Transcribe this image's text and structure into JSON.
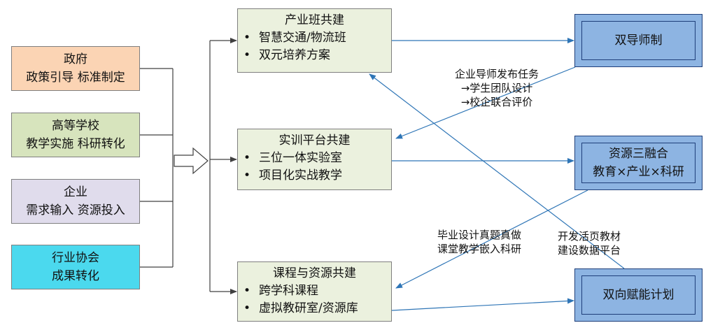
{
  "stakeholders": [
    {
      "line1": "政府",
      "line2": "政策引导 标准制定",
      "color": "#fbd4b4"
    },
    {
      "line1": "高等学校",
      "line2": "教学实施 科研转化",
      "color": "#d7e4bd"
    },
    {
      "line1": "企业",
      "line2": "需求输入 资源投入",
      "color": "#e0dcec"
    },
    {
      "line1": "行业协会",
      "line2": "成果转化",
      "color": "#4bd9ee"
    }
  ],
  "platforms": [
    {
      "title": "产业班共建",
      "items": [
        "智慧交通/物流班",
        "双元培养方案"
      ]
    },
    {
      "title": "实训平台共建",
      "items": [
        "三位一体实验室",
        "项目化实战教学"
      ]
    },
    {
      "title": "课程与资源共建",
      "items": [
        "跨学科课程",
        "虚拟教研室/资源库"
      ]
    }
  ],
  "mechanisms": [
    {
      "lines": [
        "双导师制"
      ]
    },
    {
      "lines": [
        "资源三融合",
        "教育×产业×科研"
      ]
    },
    {
      "lines": [
        "双向赋能计划"
      ]
    }
  ],
  "notes": {
    "mentor": [
      "企业导师发布任务",
      "→学生团队设计",
      "→校企联合评价"
    ],
    "resource": [
      "毕业设计真题真做",
      "课堂教学嵌入科研"
    ],
    "empower": [
      "开发活页教材",
      "建设数据平台"
    ]
  },
  "bullet": "•",
  "colors": {
    "platform_fill": "#ebf1de",
    "mechanism_fill": "#8db4e2",
    "arrow": "#2e75b6",
    "connector": "#404040"
  }
}
